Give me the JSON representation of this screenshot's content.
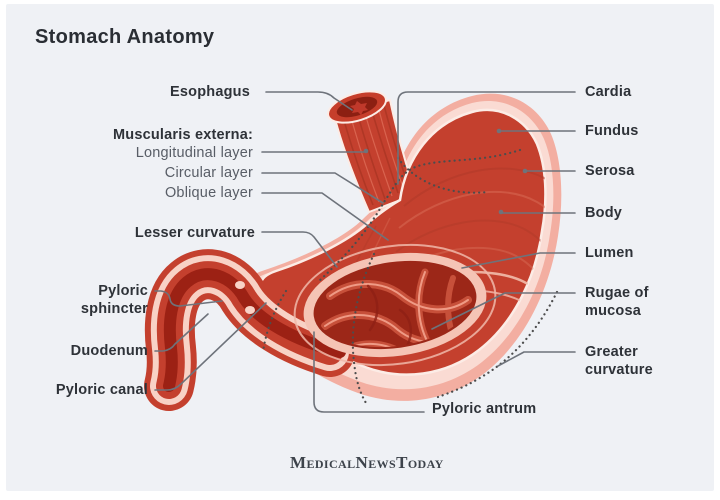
{
  "title": "Stomach Anatomy",
  "brand": {
    "text": "MedicalNewsToday"
  },
  "labels": {
    "esophagus": "Esophagus",
    "muscularis_externa": "Muscularis externa:",
    "longitudinal_layer": "Longitudinal layer",
    "circular_layer": "Circular layer",
    "oblique_layer": "Oblique layer",
    "lesser_curvature": "Lesser curvature",
    "pyloric_sphincter": "Pyloric sphincter",
    "duodenum": "Duodenum",
    "pyloric_canal": "Pyloric canal",
    "cardia": "Cardia",
    "fundus": "Fundus",
    "serosa": "Serosa",
    "body": "Body",
    "lumen": "Lumen",
    "rugae_of_mucosa": "Rugae of mucosa",
    "greater_curvature": "Greater curvature",
    "pyloric_antrum": "Pyloric antrum"
  },
  "colors": {
    "page_background": "#ffffff",
    "card_background": "#eff1f5",
    "label_dark": "#2e3238",
    "label_gray": "#585d66",
    "leader_line": "#6e737b",
    "dash_line": "#4d4d4d",
    "serosa_pink": "#f3aea1",
    "pale_band": "#fadbd3",
    "muscle_red": "#c4402e",
    "lumen_dark": "#9c2718",
    "rugae_highlight": "#ef9a85"
  }
}
